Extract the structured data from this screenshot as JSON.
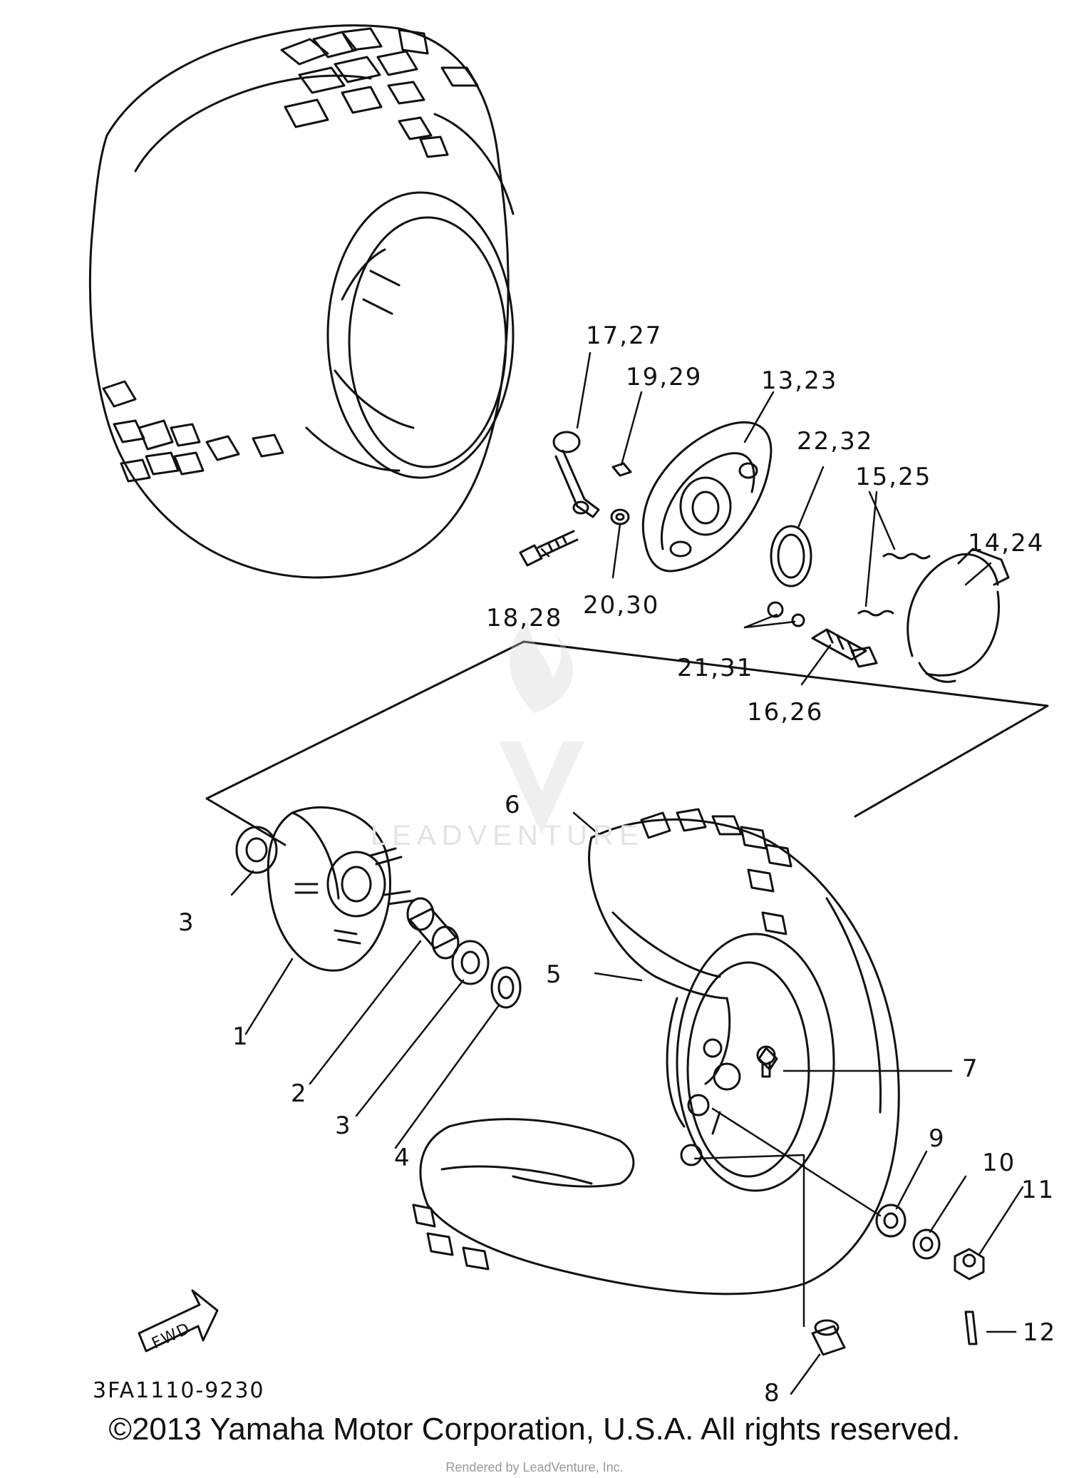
{
  "diagram": {
    "part_labels": {
      "p1": "1",
      "p2": "2",
      "p3a": "3",
      "p3b": "3",
      "p4": "4",
      "p5": "5",
      "p6": "6",
      "p7": "7",
      "p8": "8",
      "p9": "9",
      "p10": "10",
      "p11": "11",
      "p12": "12",
      "p13": "13,23",
      "p14": "14,24",
      "p15": "15,25",
      "p16": "16,26",
      "p17": "17,27",
      "p18": "18,28",
      "p19": "19,29",
      "p20": "20,30",
      "p21": "21,31",
      "p22": "22,32"
    },
    "fwd_label": "FWD",
    "drawing_code": "3FA1110-9230"
  },
  "watermark": {
    "brand": "LEADVENTURE",
    "credit": "Rendered by LeadVenture, Inc."
  },
  "footer": {
    "copyright": "©2013 Yamaha Motor Corporation, U.S.A. All rights reserved."
  },
  "colors": {
    "ink": "#111111",
    "watermark": "#e3e3e3"
  }
}
